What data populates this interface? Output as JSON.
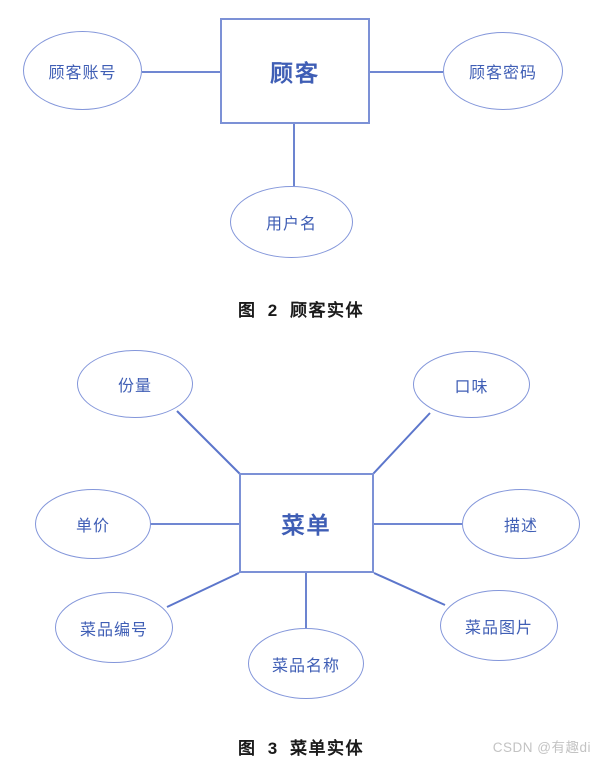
{
  "figure2": {
    "entity": "顾客",
    "attributes": [
      "顾客账号",
      "顾客密码",
      "用户名"
    ],
    "caption": "图 2 顾客实体"
  },
  "figure3": {
    "entity": "菜单",
    "attributes": [
      "份量",
      "口味",
      "单价",
      "描述",
      "菜品编号",
      "菜品名称",
      "菜品图片"
    ],
    "caption": "图 3 菜单实体"
  },
  "watermark": "CSDN @有趣di",
  "colors": {
    "entity_border": "#7c91d6",
    "ellipse_border": "#8396da",
    "connector_line": "#5c76cb",
    "label_text": "#3f5eb5",
    "caption_text": "#1a1a1a",
    "watermark_text": "#c3c3c3",
    "background": "#ffffff"
  }
}
